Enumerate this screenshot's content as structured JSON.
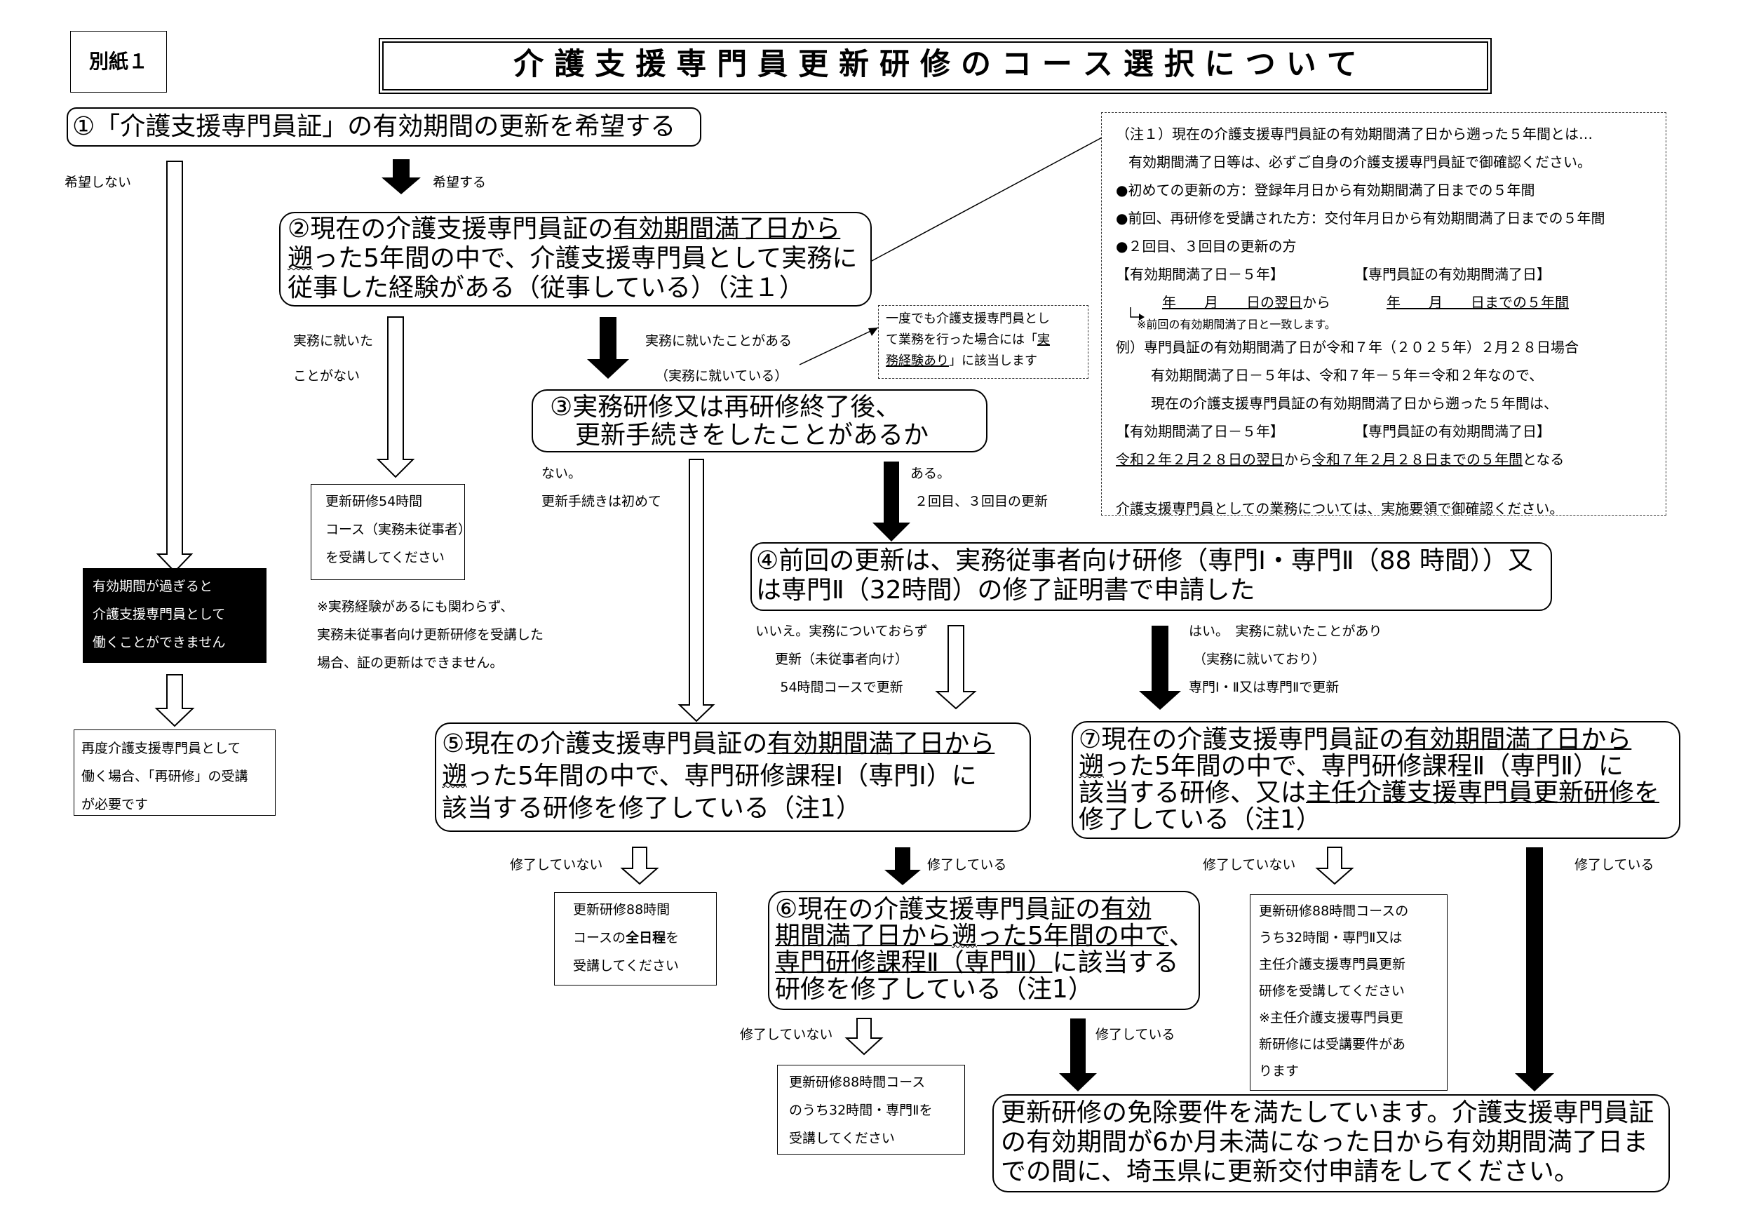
{
  "sheet_label": "別紙１",
  "title": "介 護 支 援 専 門 員 更 新 研 修 の コ ー ス 選 択 に つ い て",
  "q1": "①「介護支援専門員証」の有効期間の更新を希望する",
  "q1_no": "希望しない",
  "q1_yes": "希望する",
  "q2": {
    "l1_pre": "②現在の介護支援専門員証の",
    "l1_u": "有効期間満了日から",
    "l2_u": "遡",
    "l2_rest": "った5年間の中で、介護支援専門員として実務に",
    "l3": "従事した経験がある（従事している）（注１）"
  },
  "q2_no": [
    "実務に就いた",
    "ことがない"
  ],
  "q2_yes": [
    "実務に就いたことがある",
    "（実務に就いている）"
  ],
  "experience_note": {
    "l1": "一度でも介護支援専門員とし",
    "l2_pre": "て業務を行った場合には「",
    "l2_u": "実",
    "l3_u": "務経験あり",
    "l3_rest": "」に該当します"
  },
  "q3": [
    "③実務研修又は再研修終了後、",
    "更新手続きをしたことがあるか"
  ],
  "q3_no": [
    "ない。",
    "更新手続きは初めて"
  ],
  "q3_yes": [
    "ある。",
    "２回目、３回目の更新"
  ],
  "r54": [
    "更新研修54時間",
    "コース（実務未従事者）",
    "を受講してください"
  ],
  "r54_note": [
    "※実務経験があるにも関わらず、",
    "実務未従事者向け更新研修を受講した",
    "場合、証の更新はできません。"
  ],
  "expired": [
    "有効期間が過ぎると",
    "介護支援専門員として",
    "働くことができません"
  ],
  "retrain": [
    "再度介護支援専門員として",
    "働く場合、「再研修」の受講",
    "が必要です"
  ],
  "q4": [
    "④前回の更新は、実務従事者向け研修（専門Ⅰ・専門Ⅱ（88 時間））又",
    "は専門Ⅱ（32時間）の修了証明書で申請した"
  ],
  "q4_no": [
    "いいえ。実務についておらず",
    "更新（未従事者向け）",
    "54時間コースで更新"
  ],
  "q4_yes": [
    "はい。　実務に就いたことがあり",
    "（実務に就いており）",
    "専門Ⅰ・Ⅱ又は専門Ⅱで更新"
  ],
  "q5": {
    "l1_pre": "⑤現在の介護支援専門員証の",
    "l1_u": "有効期間満了日から",
    "l2_u": "遡",
    "l2_rest": "った5年間の中で、専門研修課程Ⅰ（専門Ⅰ）に",
    "l3": "該当する研修を修了している（注1）"
  },
  "q7": {
    "l1_pre": "⑦現在の介護支援専門員証の",
    "l1_u": "有効期間満了日から",
    "l2_u": "遡",
    "l2_rest": "った5年間の中で、専門研修課程Ⅱ（専門Ⅱ）に",
    "l3_pre": "該当する研修、又は",
    "l3_u": "主任介護支援専門員更新研修を",
    "l4": "修了している（注1）"
  },
  "q5_no": "修了していない",
  "q5_yes": "修了している",
  "q7_no": "修了していない",
  "q7_yes": "修了している",
  "r88": {
    "l1": "更新研修88時間",
    "l2_pre": "コースの",
    "l2_b": "全日程",
    "l2_post": "を",
    "l3": "受講してください"
  },
  "q6": {
    "l1_pre": "⑥現在の介護支援専門員証の",
    "l1_u": "有効",
    "l2_u": "期間満了日から",
    "l2_uw": "遡",
    "l2_u2": "った5年間の中で",
    "l2_post": "、",
    "l3_u": "専門研修課程Ⅱ（専門Ⅱ）",
    "l3_rest": "に該当する",
    "l4": "研修を修了している（注1）"
  },
  "q6_no": "修了していない",
  "q6_yes": "修了している",
  "r32a": [
    "更新研修88時間コース",
    "のうち32時間・専門Ⅱを",
    "受講してください"
  ],
  "r32b": [
    "更新研修88時間コースの",
    "うち32時間・専門Ⅱ又は",
    "主任介護支援専門員更新",
    "研修を受講してください",
    "※主任介護支援専門員更",
    "新研修には受講要件があ",
    "ります"
  ],
  "exempt": [
    "更新研修の免除要件を満たしています。介護支援専門員証",
    "の有効期間が6か月未満になった日から有効期間満了日ま",
    "での間に、埼玉県に更新交付申請をしてください。"
  ],
  "note": {
    "l1": "（注１）現在の介護支援専門員証の有効期間満了日から遡った５年間とは…",
    "l2": "有効期間満了日等は、必ずご自身の介護支援専門員証で御確認ください。",
    "l3": "●初めての更新の方：登録年月日から有効期間満了日までの５年間",
    "l4": "●前回、再研修を受講された方：交付年月日から有効期間満了日までの５年間",
    "l5": "●２回目、３回目の更新の方",
    "l6a": "【有効期間満了日－５年】",
    "l6b": "【専門員証の有効期間満了日】",
    "l7a": "年　　月　　日の翌日",
    "l7b": "から",
    "l7c": "年　　月　　日までの５年間",
    "l8": "※前回の有効期間満了日と一致します。",
    "l9": "例）専門員証の有効期間満了日が令和７年（２０２５年）２月２８日場合",
    "l10": "有効期間満了日－５年は、令和７年－５年＝令和２年なので、",
    "l11": "現在の介護支援専門員証の有効期間満了日から遡った５年間は、",
    "l12a": "【有効期間満了日－５年】",
    "l12b": "【専門員証の有効期間満了日】",
    "l13a": "令和２年２月２８日の翌日",
    "l13b": "から",
    "l13c": "令和７年２月２８日までの５年間",
    "l13d": "となる",
    "l14": "介護支援専門員としての業務については、実施要領で御確認ください。"
  }
}
